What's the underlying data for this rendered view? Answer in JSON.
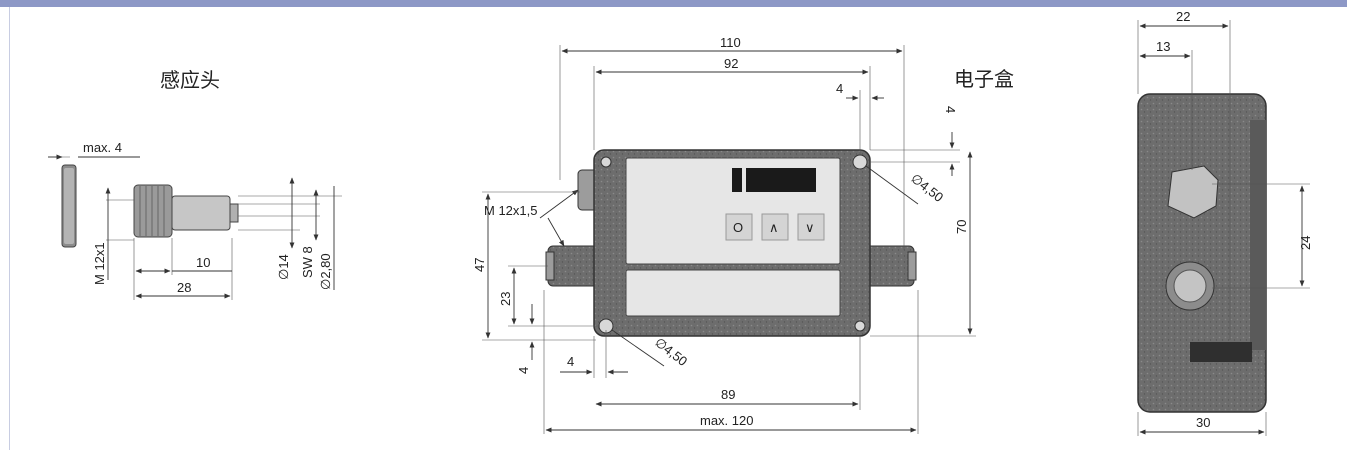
{
  "titles": {
    "sensor_head": "感应头",
    "electronics_box": "电子盒"
  },
  "sensor_head_dims": {
    "max4": "max. 4",
    "m12x1": "M 12x1",
    "d10": "10",
    "d28": "28",
    "dia14": "∅14",
    "sw8": "SW 8",
    "dia280": "∅2,80"
  },
  "front_dims": {
    "d110": "110",
    "d92": "92",
    "d4_top": "4",
    "d4_right": "4",
    "dia450_top": "∅4,50",
    "d70": "70",
    "m12x15": "M 12x1,5",
    "d47": "47",
    "d23": "23",
    "d4_left": "4",
    "d4_bottom": "4",
    "dia450_bottom": "∅4,50",
    "d89": "89",
    "max120": "max. 120"
  },
  "side_dims": {
    "d22": "22",
    "d13": "13",
    "d24": "24",
    "d30": "30"
  },
  "display": {
    "buttons": [
      "O",
      "∧",
      "∨"
    ]
  },
  "colors": {
    "top_bar": "#8d98c6",
    "housing": "#6f6f6f",
    "panel": "#e6e6e6"
  }
}
